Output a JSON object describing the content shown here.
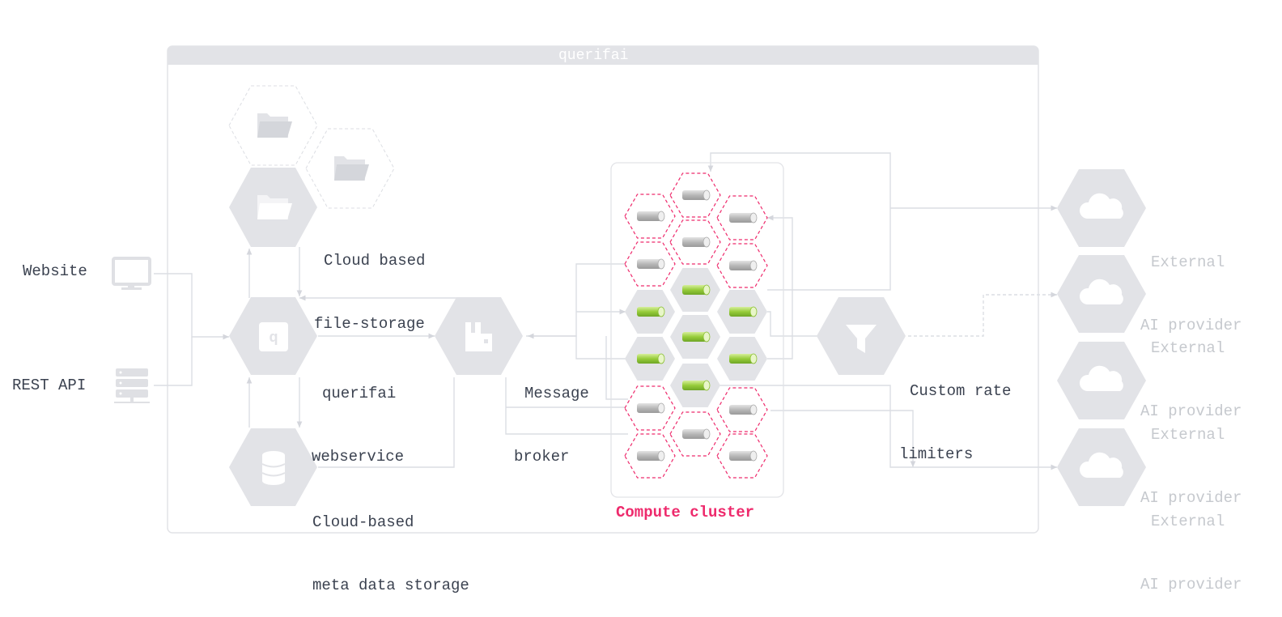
{
  "frame": {
    "title": "querifai"
  },
  "clients": {
    "website": {
      "label": "Website",
      "icon": "monitor-icon"
    },
    "rest_api": {
      "label": "REST API",
      "icon": "server-icon"
    }
  },
  "components": {
    "file_storage": {
      "line1": "Cloud based",
      "line2": "file-storage",
      "icon": "folder-icon"
    },
    "webservice": {
      "line1": "querifai",
      "line2": "webservice",
      "icon": "q-logo-icon"
    },
    "meta_storage": {
      "line1": "Cloud-based",
      "line2": "meta data storage",
      "icon": "database-icon"
    },
    "broker": {
      "line1": "Message",
      "line2": "broker",
      "icon": "broker-icon"
    },
    "rate_limiters": {
      "line1": "Custom rate",
      "line2": "limiters",
      "icon": "filter-icon"
    }
  },
  "cluster": {
    "label": "Compute cluster",
    "worker_icon": "worker-cylinder-icon"
  },
  "providers": [
    {
      "line1": "External",
      "line2": "AI provider",
      "icon": "cloud-icon"
    },
    {
      "line1": "External",
      "line2": "AI provider",
      "icon": "cloud-icon"
    },
    {
      "line1": "External",
      "line2": "AI provider",
      "icon": "cloud-icon"
    },
    {
      "line1": "External",
      "line2": "AI provider",
      "icon": "cloud-icon"
    }
  ],
  "colors": {
    "node_fill": "#e2e3e7",
    "icon_fill": "#ffffff",
    "line": "#d9dbe0",
    "accent": "#ee2a6c",
    "active_worker": "#a8d65a",
    "inactive_worker": "#c8c8c8"
  }
}
